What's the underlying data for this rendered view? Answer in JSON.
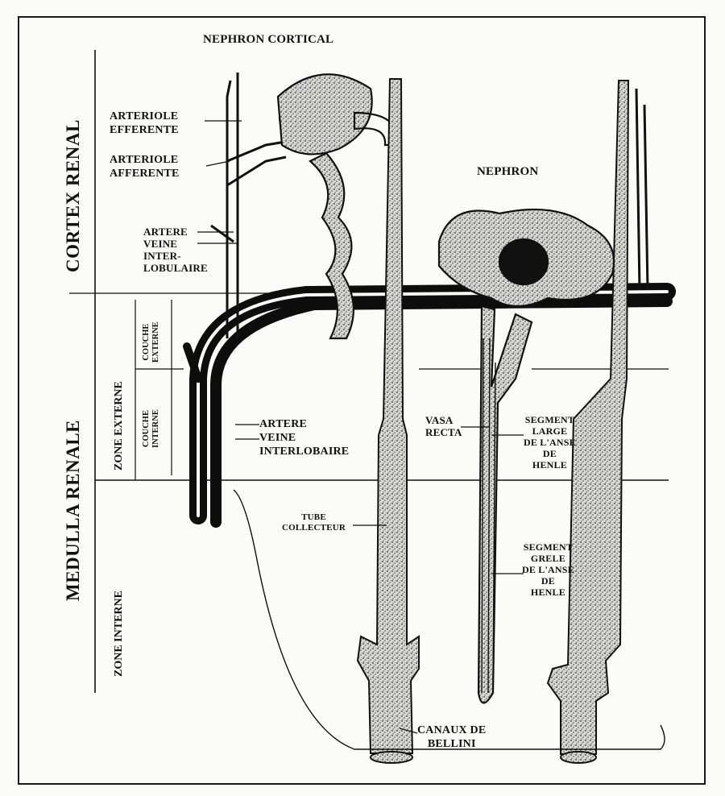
{
  "diagram": {
    "titles": {
      "nephron_cortical": "NEPHRON CORTICAL",
      "nephron": "NEPHRON"
    },
    "regions": {
      "cortex": "CORTEX RENAL",
      "medulla": "MEDULLA RENALE",
      "zone_externe": "ZONE EXTERNE",
      "zone_interne": "ZONE INTERNE",
      "couche_externe": [
        "COUCHE",
        "EXTERNE"
      ],
      "couche_interne": [
        "COUCHE",
        "INTERNE"
      ]
    },
    "labels": {
      "arteriole_efferente": [
        "ARTERIOLE",
        "EFFERENTE"
      ],
      "arteriole_afferente": [
        "ARTERIOLE",
        "AFFERENTE"
      ],
      "artere_veine_interlobulaire": [
        "ARTERE",
        "VEINE",
        "INTER-",
        "LOBULAIRE"
      ],
      "artere_veine_interlobaire": [
        "ARTERE",
        "VEINE",
        "INTERLOBAIRE"
      ],
      "tube_collecteur": [
        "TUBE",
        "COLLECTEUR"
      ],
      "vasa_recta": [
        "VASA",
        "RECTA"
      ],
      "segment_large": [
        "SEGMENT",
        "LARGE",
        "DE L'ANSE",
        "DE",
        "HENLE"
      ],
      "segment_grele": [
        "SEGMENT",
        "GRELE",
        "DE L'ANSE",
        "DE",
        "HENLE"
      ],
      "canaux_bellini": [
        "CANAUX DE",
        "BELLINI"
      ]
    }
  }
}
